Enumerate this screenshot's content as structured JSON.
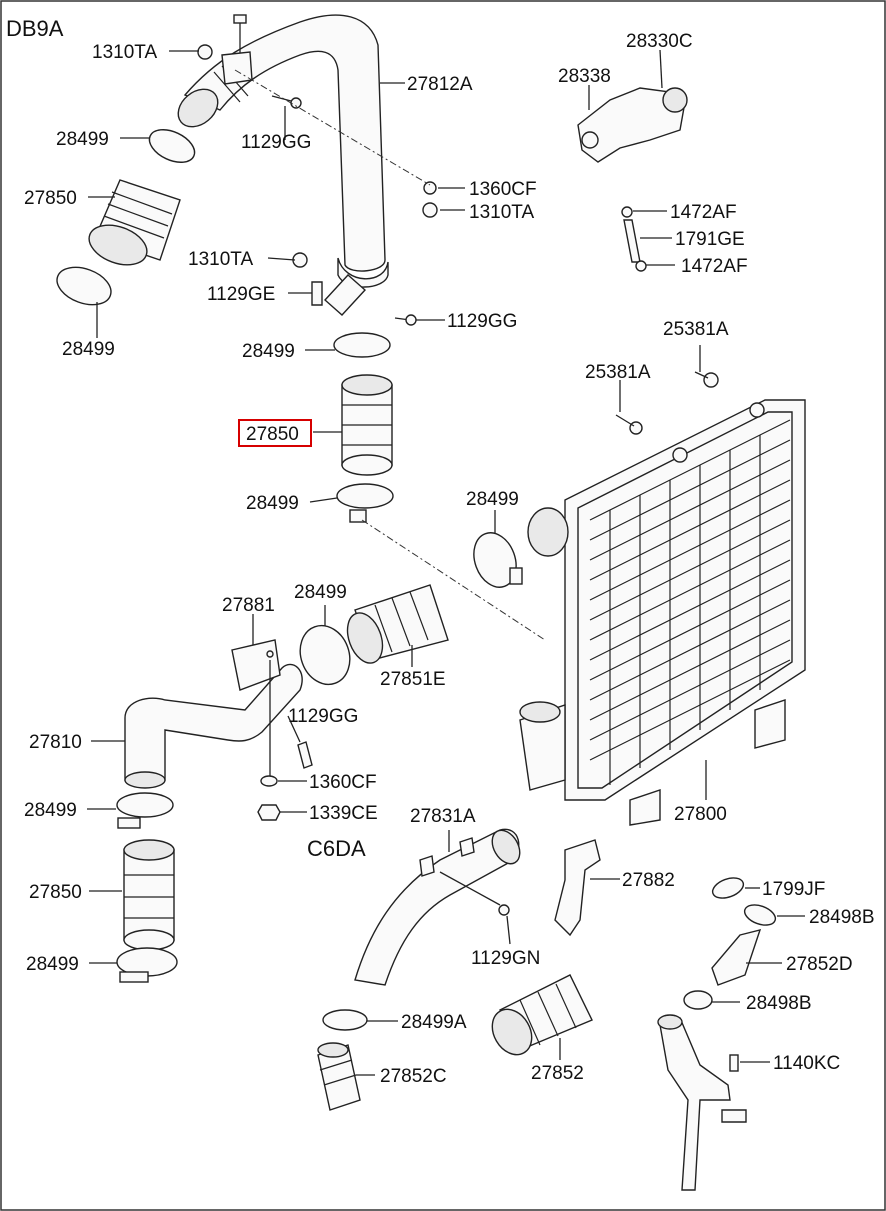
{
  "engine_labels": {
    "top_left": "DB9A",
    "lower": "C6DA"
  },
  "highlight_color": "#d60000",
  "highlighted_part": "27850",
  "callouts": [
    {
      "id": "c01",
      "text": "1310TA"
    },
    {
      "id": "c02",
      "text": "27812A"
    },
    {
      "id": "c03",
      "text": "28499"
    },
    {
      "id": "c04",
      "text": "1129GG"
    },
    {
      "id": "c05",
      "text": "27850"
    },
    {
      "id": "c06",
      "text": "1360CF"
    },
    {
      "id": "c07",
      "text": "1310TA"
    },
    {
      "id": "c08",
      "text": "28499"
    },
    {
      "id": "c09",
      "text": "1310TA"
    },
    {
      "id": "c10",
      "text": "1129GE"
    },
    {
      "id": "c11",
      "text": "1129GG"
    },
    {
      "id": "c12",
      "text": "28499"
    },
    {
      "id": "c13",
      "text": "27850"
    },
    {
      "id": "c14",
      "text": "28499"
    },
    {
      "id": "c15",
      "text": "28330C"
    },
    {
      "id": "c16",
      "text": "28338"
    },
    {
      "id": "c17",
      "text": "1472AF"
    },
    {
      "id": "c18",
      "text": "1791GE"
    },
    {
      "id": "c19",
      "text": "1472AF"
    },
    {
      "id": "c20",
      "text": "25381A"
    },
    {
      "id": "c21",
      "text": "25381A"
    },
    {
      "id": "c22",
      "text": "28499"
    },
    {
      "id": "c23",
      "text": "27881"
    },
    {
      "id": "c24",
      "text": "28499"
    },
    {
      "id": "c25",
      "text": "27851E"
    },
    {
      "id": "c26",
      "text": "1129GG"
    },
    {
      "id": "c27",
      "text": "27810"
    },
    {
      "id": "c28",
      "text": "1360CF"
    },
    {
      "id": "c29",
      "text": "28499"
    },
    {
      "id": "c30",
      "text": "1339CE"
    },
    {
      "id": "c31",
      "text": "27800"
    },
    {
      "id": "c32",
      "text": "27831A"
    },
    {
      "id": "c33",
      "text": "27850"
    },
    {
      "id": "c34",
      "text": "27882"
    },
    {
      "id": "c35",
      "text": "1799JF"
    },
    {
      "id": "c36",
      "text": "28498B"
    },
    {
      "id": "c37",
      "text": "28499"
    },
    {
      "id": "c38",
      "text": "1129GN"
    },
    {
      "id": "c39",
      "text": "27852D"
    },
    {
      "id": "c40",
      "text": "28498B"
    },
    {
      "id": "c41",
      "text": "28499A"
    },
    {
      "id": "c42",
      "text": "1140KC"
    },
    {
      "id": "c43",
      "text": "27852C"
    },
    {
      "id": "c44",
      "text": "27852"
    }
  ]
}
